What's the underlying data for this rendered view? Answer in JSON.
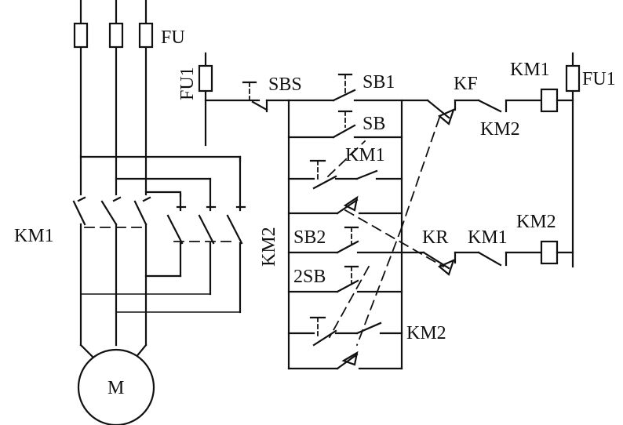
{
  "labels": {
    "fu": "FU",
    "fu1_left": "FU1",
    "fu1_right": "FU1",
    "sbs": "SBS",
    "sb1": "SB1",
    "sb": "SB",
    "km1_aux": "KM1",
    "sb2": "SB2",
    "sb2_2": "2SB",
    "km2_aux": "KM2",
    "km1_main": "KM1",
    "km2_main": "KM2",
    "kf": "KF",
    "km2_interlock": "KM2",
    "km1_coil": "KM1",
    "kr": "KR",
    "km1_interlock": "KM1",
    "km2_coil": "KM2",
    "motor": "M"
  }
}
